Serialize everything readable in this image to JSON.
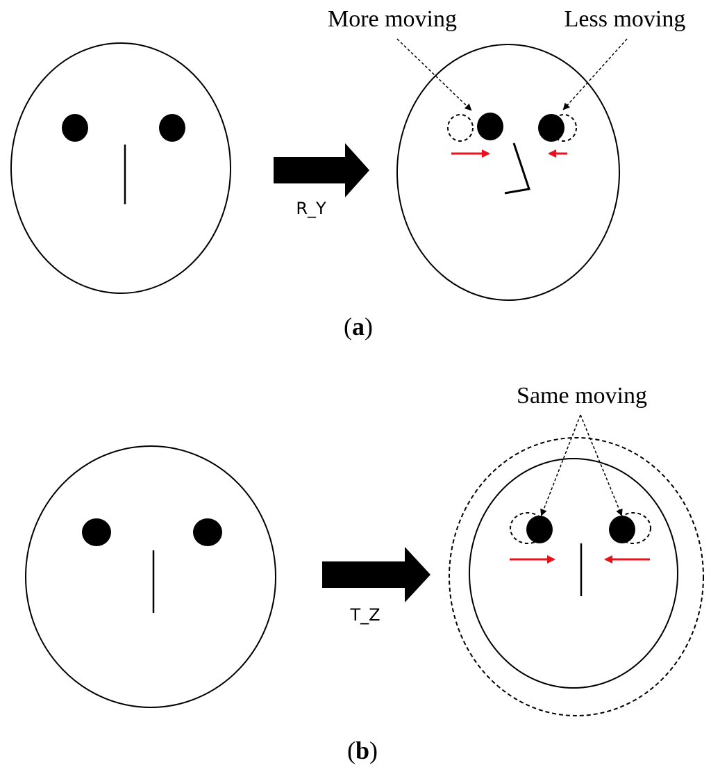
{
  "panel_a": {
    "annotation_left": "More moving",
    "annotation_right": "Less moving",
    "transform_label": "R_Y",
    "caption_letter": "a"
  },
  "panel_b": {
    "annotation": "Same moving",
    "transform_label": "T_Z",
    "caption_letter": "b"
  },
  "colors": {
    "stroke": "#000000",
    "motion_arrow": "#e8101a",
    "background": "#ffffff"
  }
}
